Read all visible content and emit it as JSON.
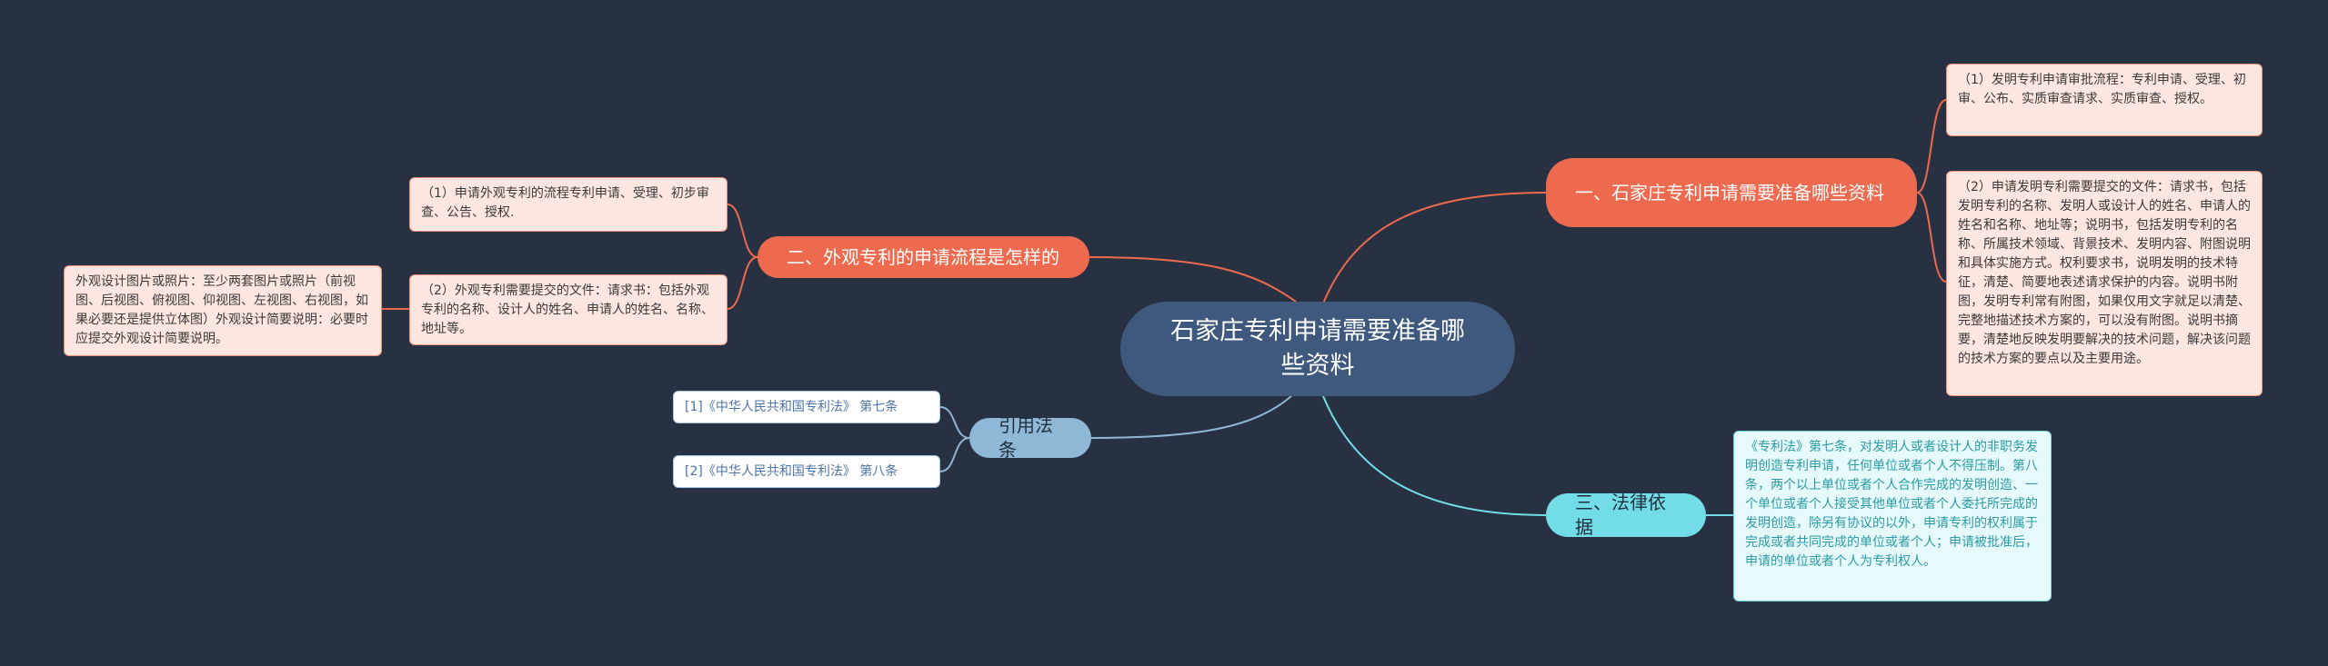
{
  "root": {
    "title": "石家庄专利申请需要准备哪些资料"
  },
  "branches": {
    "b1": {
      "label": "一、石家庄专利申请需要准备哪些资料",
      "items": [
        "（1）发明专利申请审批流程：专利申请、受理、初审、公布、实质审查请求、实质审查、授权。",
        "（2）申请发明专利需要提交的文件：请求书，包括发明专利的名称、发明人或设计人的姓名、申请人的姓名和名称、地址等；说明书，包括发明专利的名称、所属技术领域、背景技术、发明内容、附图说明和具体实施方式。权利要求书，说明发明的技术特征，清楚、简要地表述请求保护的内容。说明书附图，发明专利常有附图，如果仅用文字就足以清楚、完整地描述技术方案的，可以没有附图。说明书摘要，清楚地反映发明要解决的技术问题，解决该问题的技术方案的要点以及主要用途。"
      ]
    },
    "b2": {
      "label": "二、外观专利的申请流程是怎样的",
      "items": [
        "（1）申请外观专利的流程专利申请、受理、初步审查、公告、授权.",
        "（2）外观专利需要提交的文件：请求书：包括外观专利的名称、设计人的姓名、申请人的姓名、名称、地址等。"
      ],
      "sub": "外观设计图片或照片：至少两套图片或照片（前视图、后视图、俯视图、仰视图、左视图、右视图，如果必要还是提供立体图）外观设计简要说明：必要时应提交外观设计简要说明。"
    },
    "b3": {
      "label": "三、法律依据",
      "text": "《专利法》第七条，对发明人或者设计人的非职务发明创造专利申请，任何单位或者个人不得压制。第八条，两个以上单位或者个人合作完成的发明创造、一个单位或者个人接受其他单位或者个人委托所完成的发明创造，除另有协议的以外，申请专利的权利属于完成或者共同完成的单位或者个人；申请被批准后，申请的单位或者个人为专利权人。"
    },
    "b4": {
      "label": "引用法条",
      "refs": [
        "[1]《中华人民共和国专利法》 第七条",
        "[2]《中华人民共和国专利法》 第八条"
      ]
    }
  },
  "colors": {
    "background": "#283141",
    "root": "#3e587e",
    "orange": "#ee6a4f",
    "cyan": "#72dde6",
    "blue": "#8fb7d6"
  }
}
